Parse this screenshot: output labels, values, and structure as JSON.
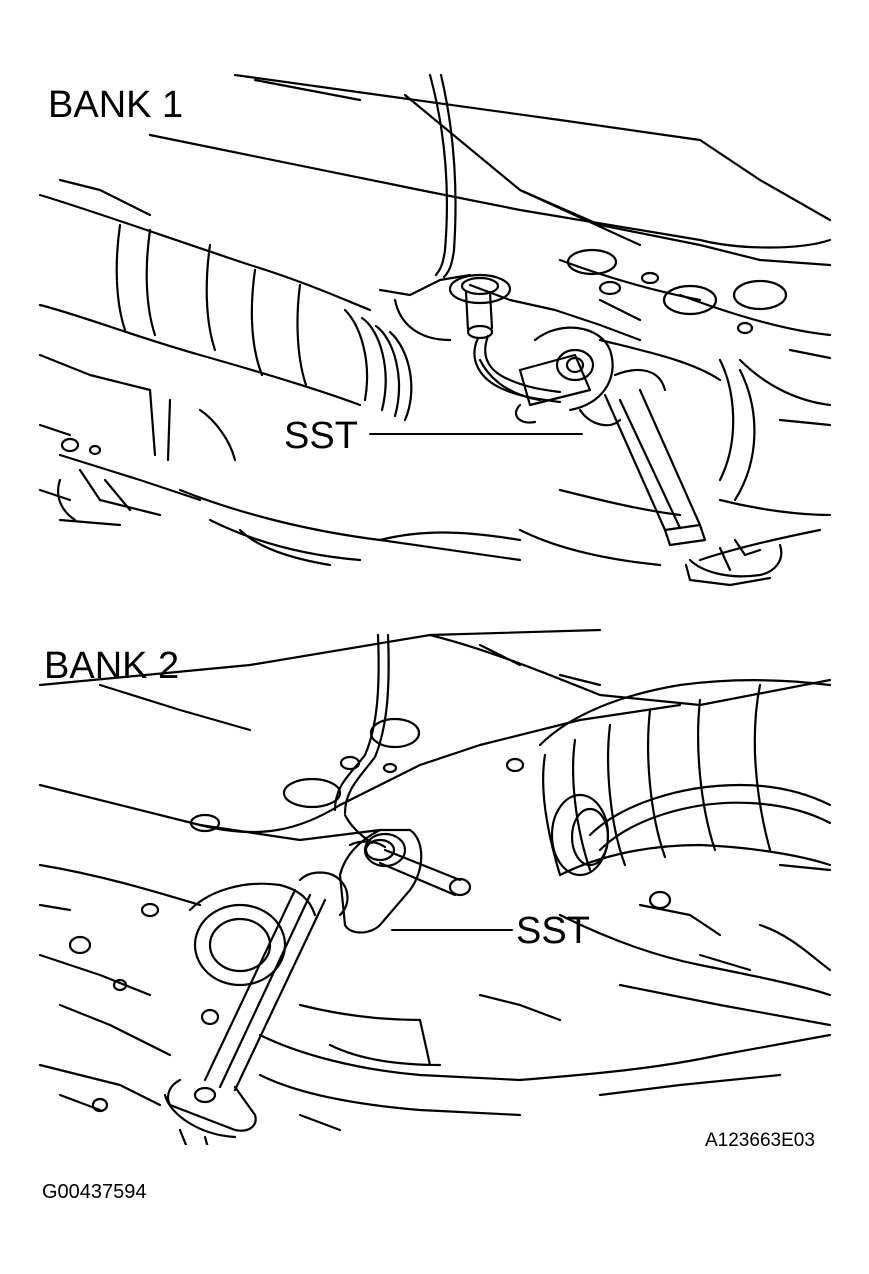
{
  "panels": [
    {
      "title": "BANK 1",
      "callout": "SST"
    },
    {
      "title": "BANK 2",
      "callout": "SST"
    }
  ],
  "figure_code": "A123663E03",
  "document_id": "G00437594",
  "colors": {
    "ink": "#000000",
    "paper": "#ffffff"
  }
}
